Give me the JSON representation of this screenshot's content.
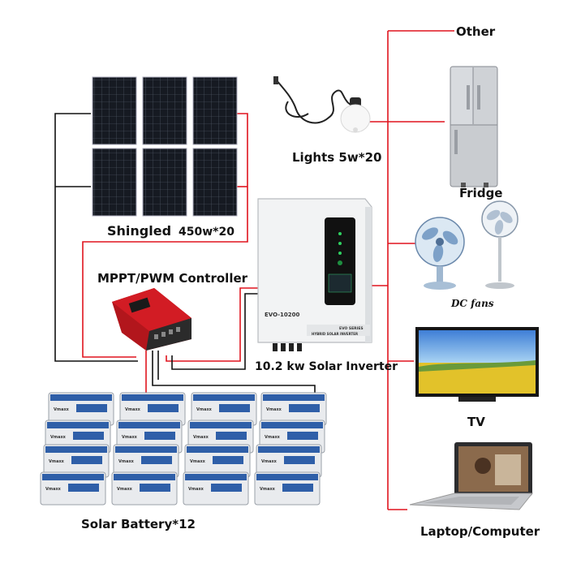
{
  "labels": {
    "other": "Other",
    "fridge": "Fridge",
    "lights": "Lights 5w*20",
    "dc_fans": "DC fans",
    "tv": "TV",
    "laptop": "Laptop/Computer",
    "shingled": "Shingled",
    "panel_power": "450w*20",
    "controller": "MPPT/PWM Controller",
    "inverter": "10.2 kw Solar Inverter",
    "battery": "Solar Battery*12"
  },
  "device_text": {
    "inverter_model": "EVO-10200",
    "inverter_series": "EVO SERIES",
    "inverter_type": "HYBRID SOLAR INVERTER",
    "battery_brand": "Vmaxx"
  },
  "colors": {
    "positive_wire": "#e0141e",
    "negative_wire": "#111111",
    "panel_cell": "#161a22",
    "inverter_body": "#f2f3f4",
    "controller_red": "#d21c24",
    "battery_blue": "#2f5fa8"
  },
  "icons": [
    "solar-panel-icon",
    "bulb-icon",
    "fridge-icon",
    "fan-icon",
    "tv-icon",
    "laptop-icon",
    "inverter-icon",
    "controller-icon",
    "battery-icon"
  ]
}
